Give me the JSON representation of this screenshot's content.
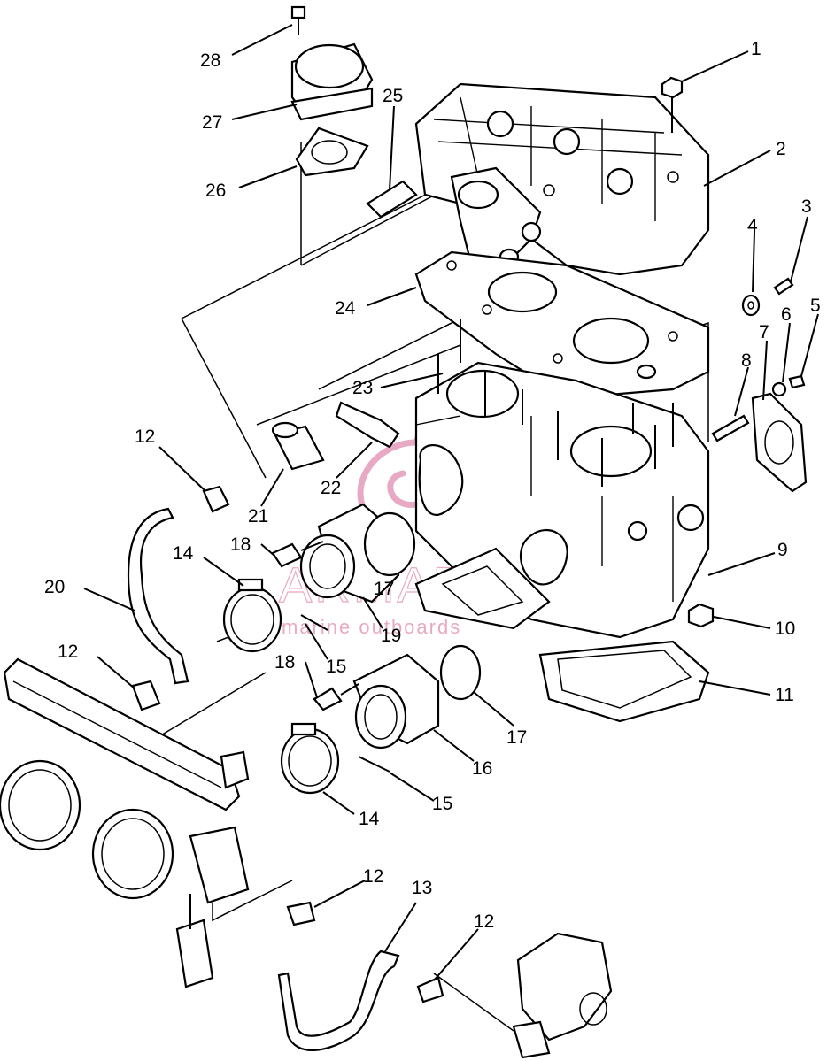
{
  "diagram": {
    "watermark": {
      "brand": "ARMADA",
      "tagline": "marine outboards",
      "color": "#e8a9c4"
    },
    "callouts": [
      {
        "id": "c1",
        "label": "1"
      },
      {
        "id": "c2",
        "label": "2"
      },
      {
        "id": "c3",
        "label": "3"
      },
      {
        "id": "c4",
        "label": "4"
      },
      {
        "id": "c5",
        "label": "5"
      },
      {
        "id": "c6",
        "label": "6"
      },
      {
        "id": "c7",
        "label": "7"
      },
      {
        "id": "c8",
        "label": "8"
      },
      {
        "id": "c9",
        "label": "9"
      },
      {
        "id": "c10",
        "label": "10"
      },
      {
        "id": "c11",
        "label": "11"
      },
      {
        "id": "c12a",
        "label": "12"
      },
      {
        "id": "c12b",
        "label": "12"
      },
      {
        "id": "c12c",
        "label": "12"
      },
      {
        "id": "c12d",
        "label": "12"
      },
      {
        "id": "c13",
        "label": "13"
      },
      {
        "id": "c14a",
        "label": "14"
      },
      {
        "id": "c14b",
        "label": "14"
      },
      {
        "id": "c15a",
        "label": "15"
      },
      {
        "id": "c15b",
        "label": "15"
      },
      {
        "id": "c16",
        "label": "16"
      },
      {
        "id": "c17a",
        "label": "17"
      },
      {
        "id": "c17b",
        "label": "17"
      },
      {
        "id": "c18a",
        "label": "18"
      },
      {
        "id": "c18b",
        "label": "18"
      },
      {
        "id": "c19",
        "label": "19"
      },
      {
        "id": "c20",
        "label": "20"
      },
      {
        "id": "c21",
        "label": "21"
      },
      {
        "id": "c22",
        "label": "22"
      },
      {
        "id": "c23",
        "label": "23"
      },
      {
        "id": "c24",
        "label": "24"
      },
      {
        "id": "c25",
        "label": "25"
      },
      {
        "id": "c26",
        "label": "26"
      },
      {
        "id": "c27",
        "label": "27"
      },
      {
        "id": "c28",
        "label": "28"
      }
    ]
  }
}
